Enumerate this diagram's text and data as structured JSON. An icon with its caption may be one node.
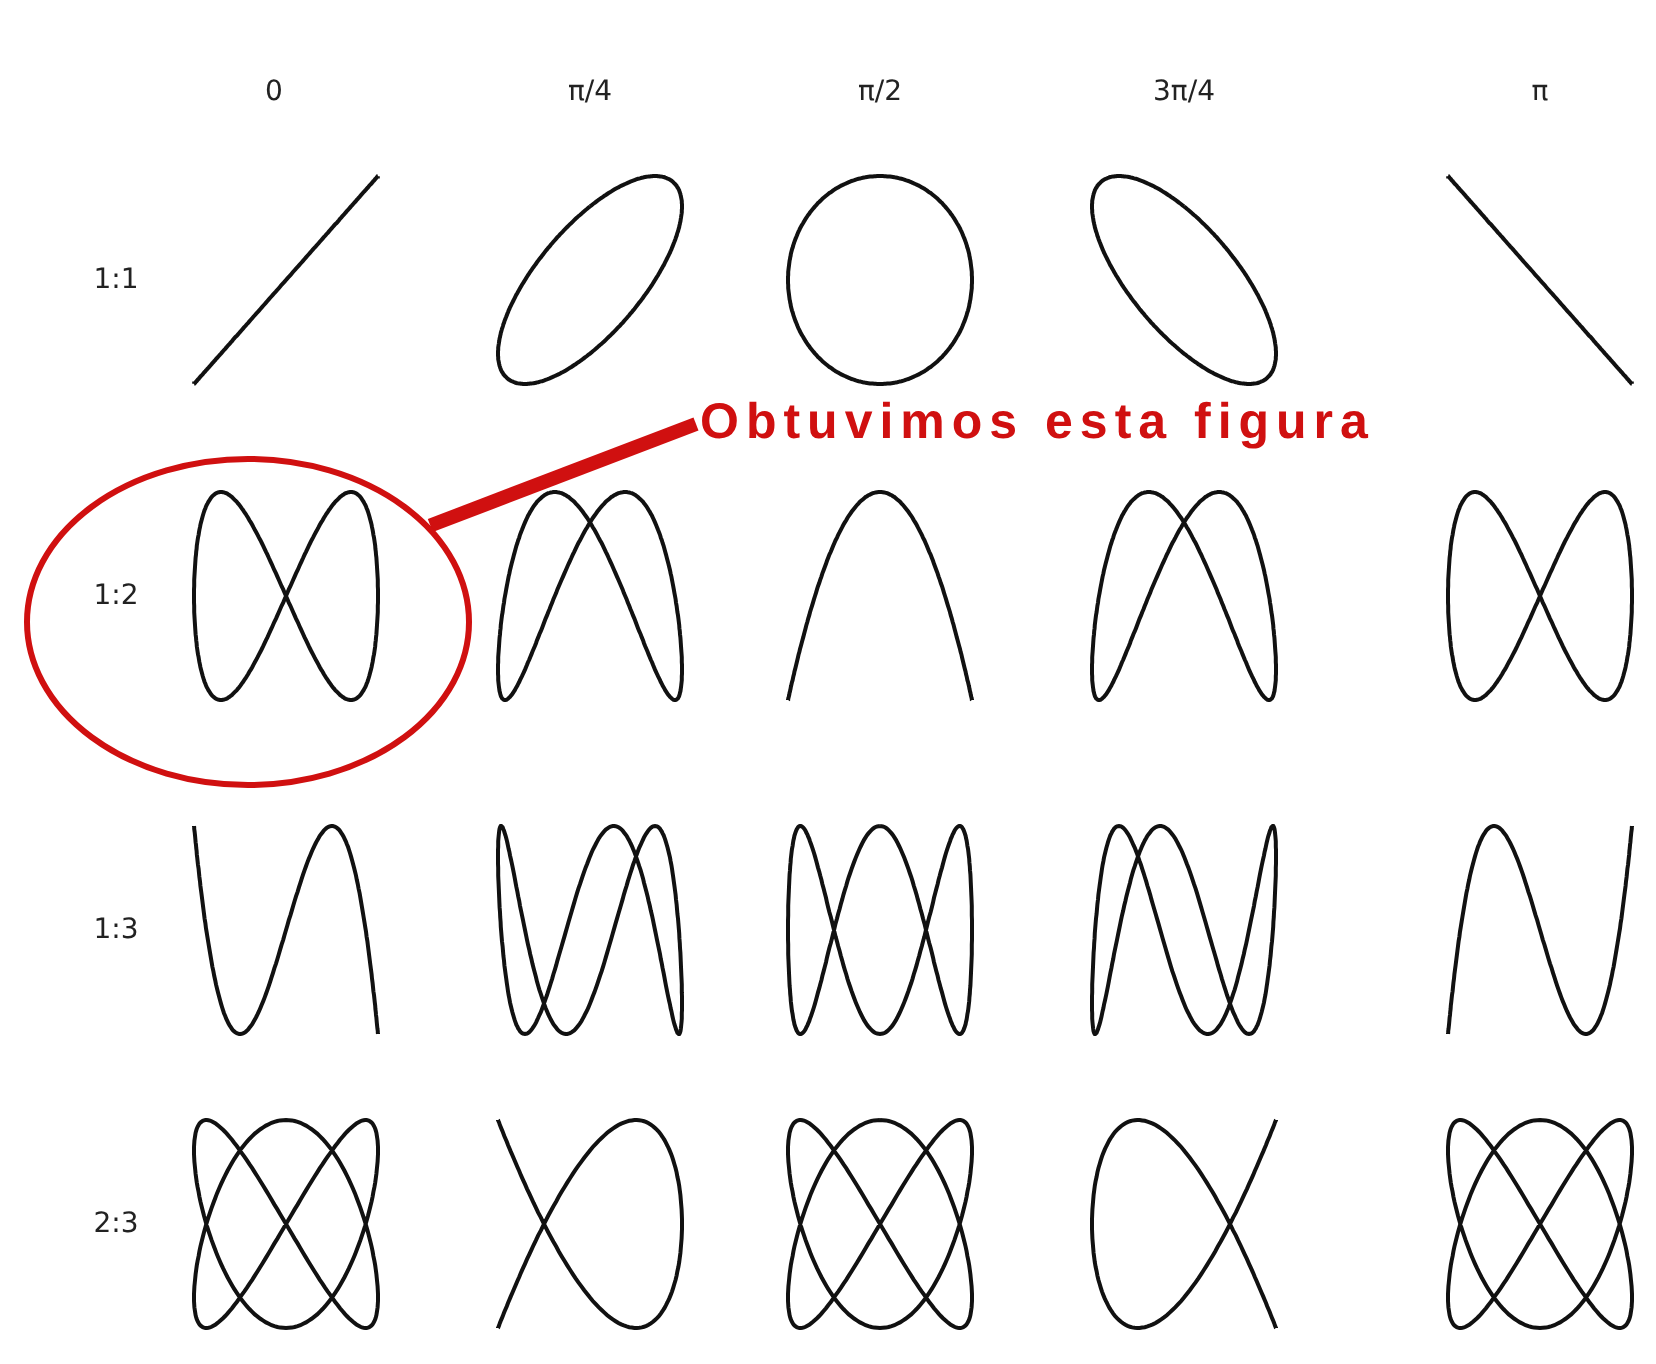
{
  "diagram": {
    "nodes": [
      {
        "text": [
          "Obtuvimos esta figura"
        ]
      },
      {
        "text": [],
        "shape": "circle"
      }
    ],
    "edges": [
      {
        "from": 0,
        "to": 1,
        "arrow": "none",
        "color": "#d01010"
      }
    ],
    "labels": [
      "0",
      "π/4",
      "π/2",
      "3π/4",
      "π",
      "1:1",
      "1:2",
      "1:3",
      "2:3"
    ]
  }
}
